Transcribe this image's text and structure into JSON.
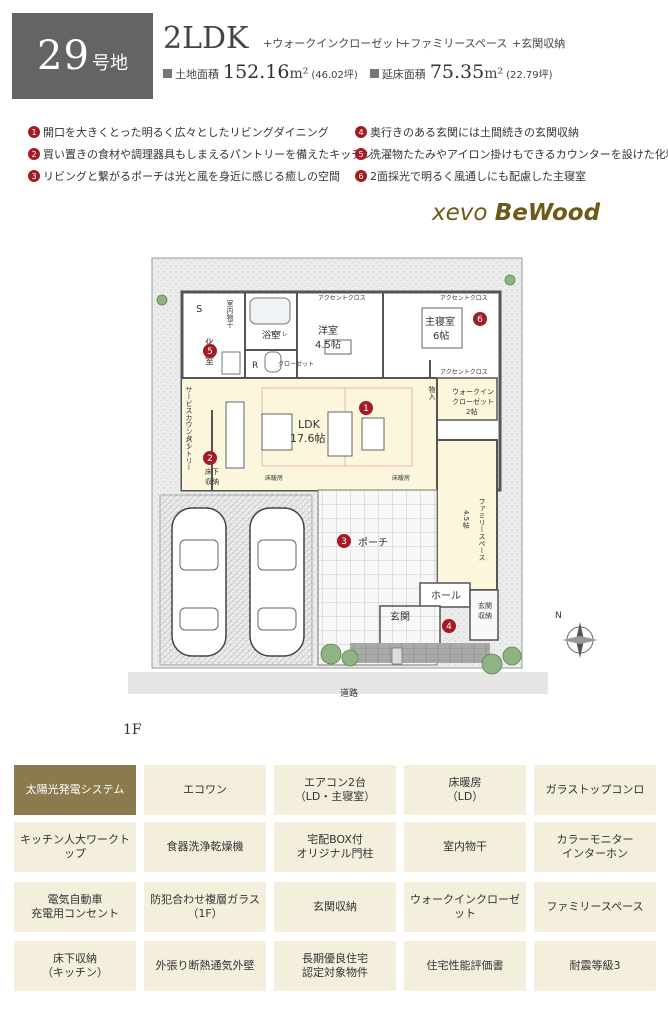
{
  "header": {
    "lot_number": "29",
    "lot_suffix": "号地",
    "plan_type": "2LDK",
    "features": [
      "+ウォークインクローゼット",
      "+ファミリースペース",
      "+玄関収納"
    ],
    "land_area_label": "土地面積",
    "land_area_value": "152.16",
    "land_area_unit": "m²",
    "land_area_tsubo": "(46.02坪)",
    "floor_area_label": "延床面積",
    "floor_area_value": "75.35",
    "floor_area_unit": "m²",
    "floor_area_tsubo": "(22.79坪)"
  },
  "points": [
    {
      "num": "1",
      "text": "開口を大きくとった明るく広々としたリビングダイニング"
    },
    {
      "num": "2",
      "text": "買い置きの食材や調理器具もしまえるパントリーを備えたキッチン"
    },
    {
      "num": "3",
      "text": "リビングと繋がるポーチは光と風を身近に感じる癒しの空間"
    },
    {
      "num": "4",
      "text": "奥行きのある玄関には土間続きの玄関収納"
    },
    {
      "num": "5",
      "text": "洗濯物たたみやアイロン掛けもできるカウンターを設けた化粧室"
    },
    {
      "num": "6",
      "text": "2面採光で明るく風通しにも配慮した主寝室"
    }
  ],
  "brand": {
    "name": "xevo",
    "sub": "BeWood"
  },
  "floorplan": {
    "rooms": {
      "washroom": "化粧室",
      "s": "S",
      "indoor_dry": "室内物干",
      "bath": "浴室",
      "toilet": "トイレ",
      "r": "R",
      "closet": "クローゼット",
      "western": "洋室",
      "western_size": "4.5帖",
      "accent_cross_1": "アクセントクロス",
      "master": "主寝室",
      "master_size": "6帖",
      "accent_cross_2": "アクセントクロス",
      "accent_cross_3": "アクセントクロス",
      "walkin": "ウォークイン",
      "walkin2": "クローゼット",
      "walkin_size": "2帖",
      "storage": "物入",
      "service_counter": "サービスカウンター",
      "ldk": "LDK",
      "ldk_size": "17.6帖",
      "pantry": "パントリー",
      "underfloor": "床下",
      "underfloor2": "収納",
      "floor_heat_1": "床暖房",
      "floor_heat_2": "床暖房",
      "family_space": "ファミリースペース",
      "family_size": "4.5帖",
      "porch": "ポーチ",
      "hall": "ホール",
      "entrance": "玄関",
      "entrance_storage": "玄関",
      "entrance_storage2": "収納",
      "road": "道路",
      "north": "N"
    }
  },
  "floor_label": "1F",
  "equipment": [
    {
      "label": "太陽光発電システム",
      "active": true
    },
    {
      "label": "エコワン"
    },
    {
      "label": "エアコン2台\n（LD・主寝室）"
    },
    {
      "label": "床暖房\n（LD）"
    },
    {
      "label": "ガラストップコンロ"
    },
    {
      "label": "キッチン人大ワークトップ"
    },
    {
      "label": "食器洗浄乾燥機"
    },
    {
      "label": "宅配BOX付\nオリジナル門柱"
    },
    {
      "label": "室内物干"
    },
    {
      "label": "カラーモニター\nインターホン"
    },
    {
      "label": "電気自動車\n充電用コンセント"
    },
    {
      "label": "防犯合わせ複層ガラス\n（1F）"
    },
    {
      "label": "玄関収納"
    },
    {
      "label": "ウォークインクローゼット"
    },
    {
      "label": "ファミリースペース"
    },
    {
      "label": "床下収納\n（キッチン）"
    },
    {
      "label": "外張り断熱通気外壁"
    },
    {
      "label": "長期優良住宅\n認定対象物件"
    },
    {
      "label": "住宅性能評価書"
    },
    {
      "label": "耐震等級3"
    }
  ],
  "colors": {
    "badge": "#646464",
    "point_marker": "#a41b23",
    "brand": "#6e5a18",
    "tile": "#f3efdc",
    "tile_active": "#8a7a4e",
    "highlight_room": "#fbf6dc"
  }
}
